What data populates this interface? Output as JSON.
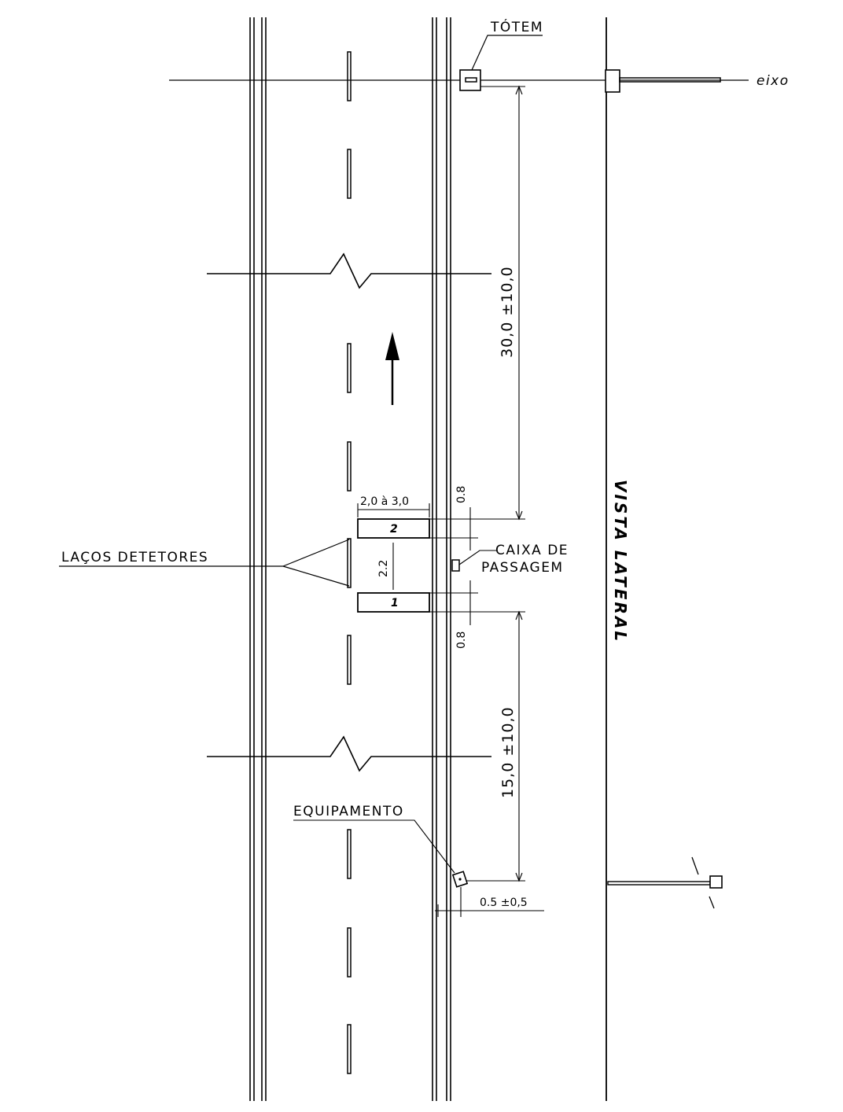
{
  "drawing": {
    "labels": {
      "totem": "TÓTEM",
      "eixo": "eixo",
      "lacos_detetores": "LAÇOS DETETORES",
      "caixa_de": "CAIXA DE",
      "passagem": "PASSAGEM",
      "equipamento": "EQUIPAMENTO",
      "vista_lateral": "VISTA LATERAL"
    },
    "loops": {
      "loop_2": "2",
      "loop_1": "1"
    },
    "dimensions": {
      "dist_totem_to_loops": "30,0  ±10,0",
      "loop_width": "2,0  à  3,0",
      "offset_top": "0.8",
      "loop_gap": "2.2",
      "offset_bottom": "0.8",
      "dist_loops_to_equip": "15,0  ±10,0",
      "equip_offset": "0.5  ±0,5"
    },
    "colors": {
      "line": "#000000",
      "background": "#ffffff"
    }
  }
}
